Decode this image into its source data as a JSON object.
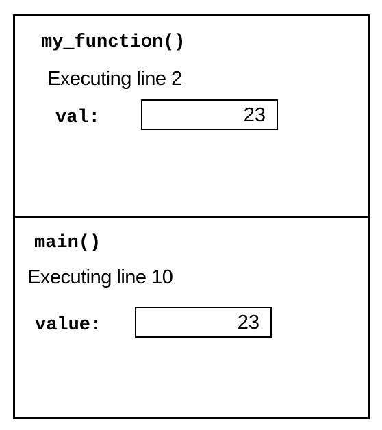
{
  "frames": [
    {
      "function": "my_function()",
      "status": "Executing line 2",
      "variables": [
        {
          "name": "val:",
          "value": "23"
        }
      ]
    },
    {
      "function": "main()",
      "status": "Executing line 10",
      "variables": [
        {
          "name": "value:",
          "value": "23"
        }
      ]
    }
  ]
}
